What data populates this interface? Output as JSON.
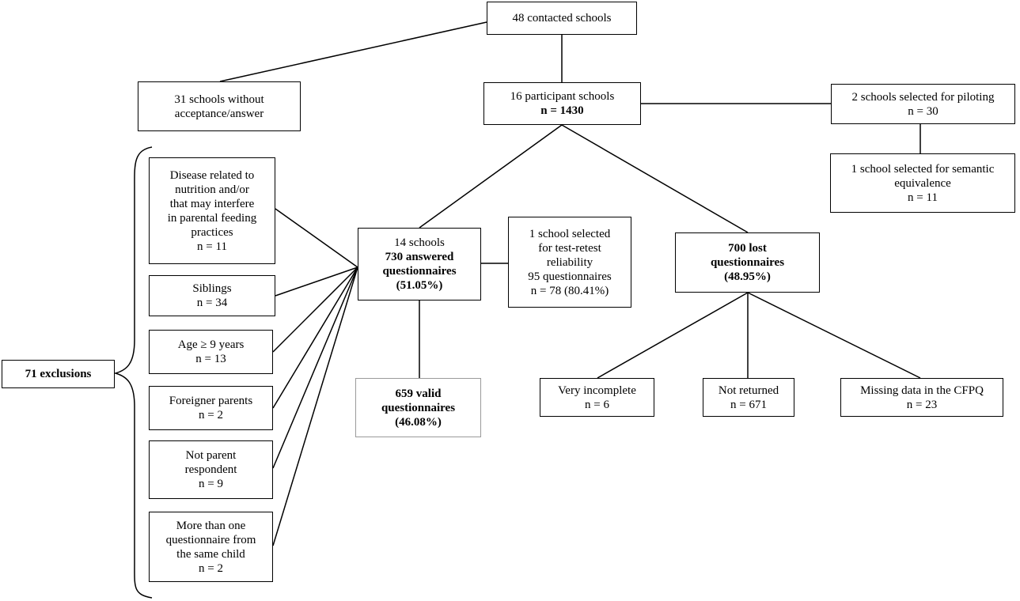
{
  "diagram": {
    "contacted": {
      "line1": "48 contacted schools"
    },
    "no_answer": {
      "line1": "31 schools without",
      "line2": "acceptance/answer"
    },
    "participant": {
      "line1": "16 participant schools",
      "line2": "n = 1430"
    },
    "piloting": {
      "line1": "2 schools selected for piloting",
      "line2": "n = 30"
    },
    "semantic": {
      "line1": "1 school selected for semantic",
      "line2": "equivalence",
      "line3": "n = 11"
    },
    "answered": {
      "line1": "14 schools",
      "line2": "730 answered",
      "line3": "questionnaires",
      "line4": "(51.05%)"
    },
    "retest": {
      "line1": "1 school selected",
      "line2": "for test-retest",
      "line3": "reliability",
      "line4": "95 questionnaires",
      "line5": "n = 78 (80.41%)"
    },
    "lost": {
      "line1": "700 lost",
      "line2": "questionnaires",
      "line3": "(48.95%)"
    },
    "valid": {
      "line1": "659 valid",
      "line2": "questionnaires",
      "line3": "(46.08%)"
    },
    "very_incomplete": {
      "line1": "Very incomplete",
      "line2": "n = 6"
    },
    "not_returned": {
      "line1": "Not returned",
      "line2": "n = 671"
    },
    "missing": {
      "line1": "Missing data in the CFPQ",
      "line2": "n = 23"
    },
    "exclusions_total": {
      "label": "71 exclusions"
    },
    "exclusions": [
      {
        "lines": [
          "Disease related to",
          "nutrition and/or",
          "that may interfere",
          "in parental feeding",
          "practices"
        ],
        "n": "n = 11"
      },
      {
        "lines": [
          "Siblings"
        ],
        "n": "n = 34"
      },
      {
        "lines": [
          "Age ≥ 9 years"
        ],
        "n": "n = 13"
      },
      {
        "lines": [
          "Foreigner parents"
        ],
        "n": "n = 2"
      },
      {
        "lines": [
          "Not parent",
          "respondent"
        ],
        "n": "n = 9"
      },
      {
        "lines": [
          "More than one",
          "questionnaire from",
          "the same child"
        ],
        "n": "n = 2"
      }
    ]
  }
}
